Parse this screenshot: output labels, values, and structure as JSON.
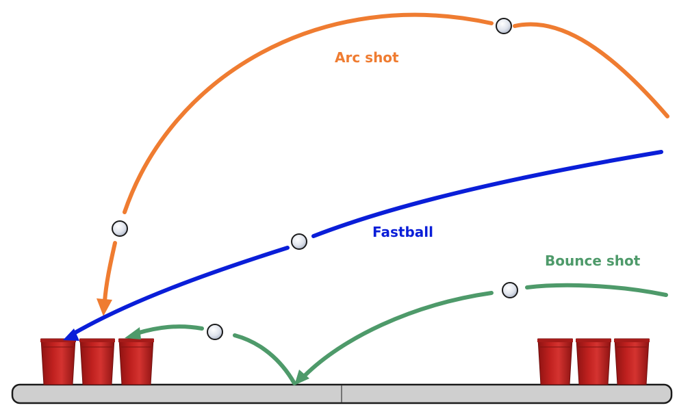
{
  "shots": [
    {
      "id": "arc",
      "label": "Arc shot",
      "color": "#ef7c31"
    },
    {
      "id": "fastball",
      "label": "Fastball",
      "color": "#0a1ed8"
    },
    {
      "id": "bounce",
      "label": "Bounce shot",
      "color": "#4e9a6a"
    }
  ],
  "colors": {
    "cup": "#c0211f",
    "cup_dark": "#8e1312",
    "table_fill": "#cfcfcf",
    "table_stroke": "#1a1a1a",
    "ball_fill": "#dfe3ec",
    "ball_stroke": "#1a1a1a"
  },
  "icons": {
    "ball": "ping-pong-ball-icon",
    "cup": "red-cup-icon",
    "table": "table"
  }
}
